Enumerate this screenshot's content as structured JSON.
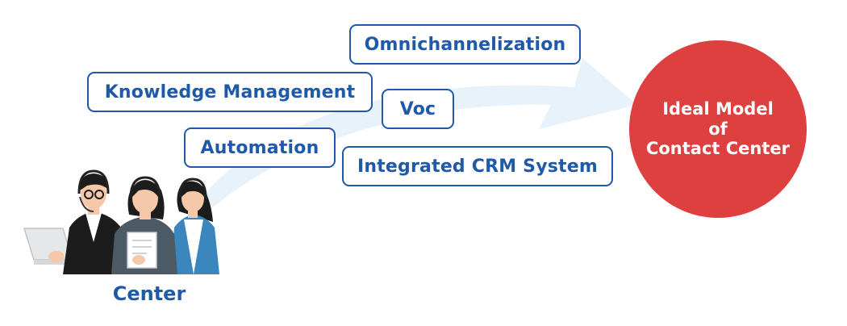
{
  "initiatives": {
    "omnichannel": "Omnichannelization",
    "knowledge": "Knowledge Management",
    "voc": "Voc",
    "automation": "Automation",
    "crm": "Integrated CRM System"
  },
  "goal": {
    "line1": "Ideal Model",
    "line2": "of",
    "line3": "Contact Center"
  },
  "origin": {
    "label": "Center"
  },
  "colors": {
    "brand_blue": "#1f5aa8",
    "goal_red": "#de3f3f",
    "arrow_fill": "#e8f2fb"
  }
}
